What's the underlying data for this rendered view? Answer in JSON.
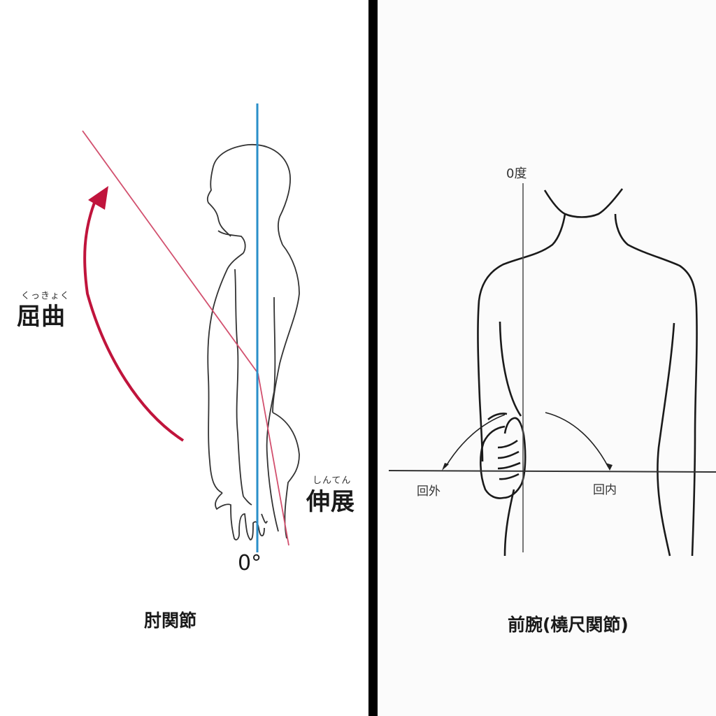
{
  "left_panel": {
    "title": "肘関節",
    "flexion": {
      "reading": "くっきょく",
      "label": "屈曲"
    },
    "extension": {
      "reading": "しんてん",
      "label": "伸展"
    },
    "zero_label": "0°",
    "colors": {
      "reference_line": "#2a8fc9",
      "moving_line": "#d2506e",
      "arrow": "#c0143c",
      "outline": "#333333"
    }
  },
  "right_panel": {
    "title": "前腕(橈尺関節)",
    "zero_label": "0度",
    "supination_label": "回外",
    "pronation_label": "回内",
    "colors": {
      "outline": "#1a1a1a",
      "axis": "#555555"
    }
  },
  "divider": {
    "color": "#000000"
  }
}
